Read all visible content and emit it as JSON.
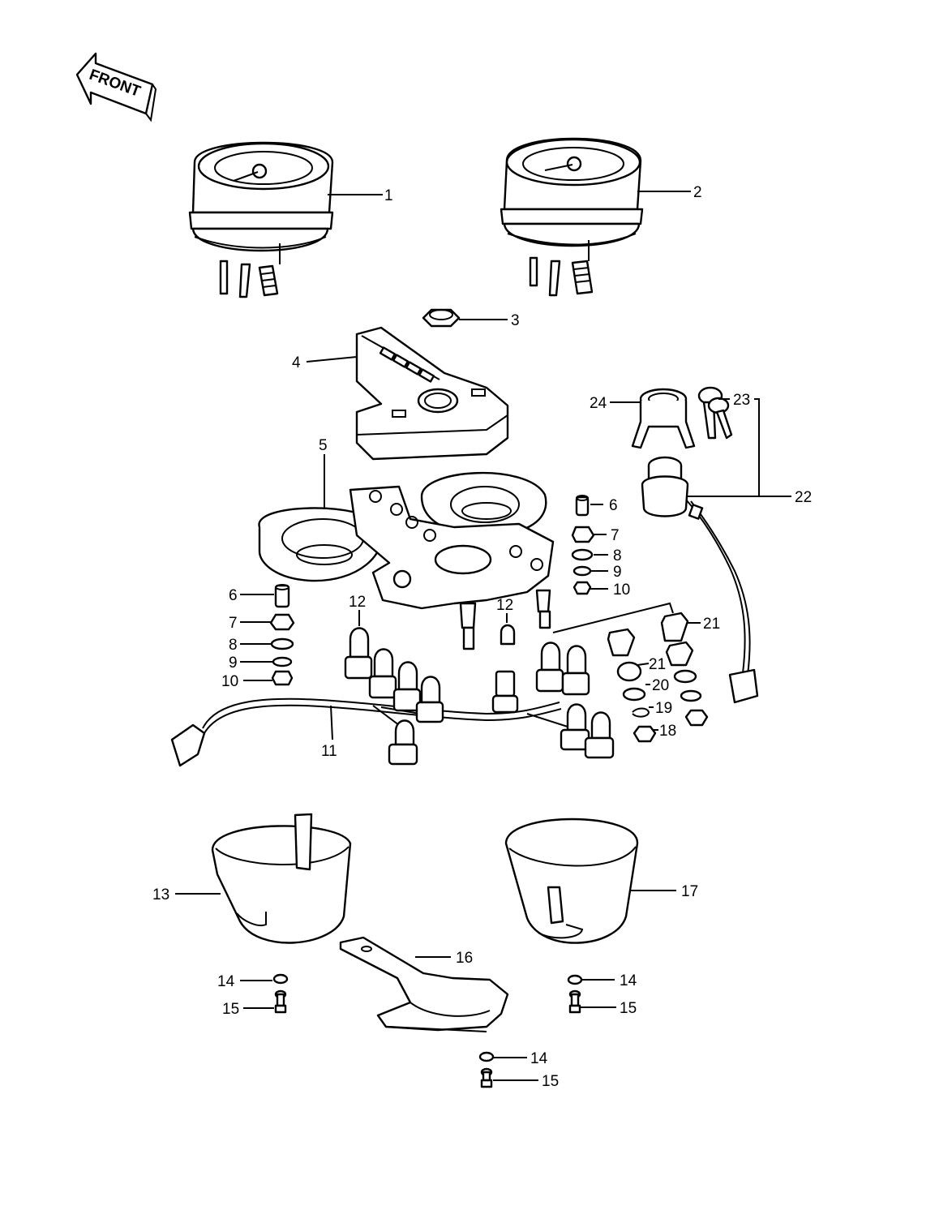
{
  "front_arrow": {
    "label": "FRONT"
  },
  "callouts": [
    {
      "id": "c1",
      "label": "1"
    },
    {
      "id": "c2",
      "label": "2"
    },
    {
      "id": "c3",
      "label": "3"
    },
    {
      "id": "c4",
      "label": "4"
    },
    {
      "id": "c5",
      "label": "5"
    },
    {
      "id": "c6r",
      "label": "6"
    },
    {
      "id": "c7r",
      "label": "7"
    },
    {
      "id": "c8r",
      "label": "8"
    },
    {
      "id": "c9r",
      "label": "9"
    },
    {
      "id": "c10r",
      "label": "10"
    },
    {
      "id": "c6l",
      "label": "6"
    },
    {
      "id": "c7l",
      "label": "7"
    },
    {
      "id": "c8l",
      "label": "8"
    },
    {
      "id": "c9l",
      "label": "9"
    },
    {
      "id": "c10l",
      "label": "10"
    },
    {
      "id": "c11",
      "label": "11"
    },
    {
      "id": "c12a",
      "label": "12"
    },
    {
      "id": "c12b",
      "label": "12"
    },
    {
      "id": "c13",
      "label": "13"
    },
    {
      "id": "c14a",
      "label": "14"
    },
    {
      "id": "c15a",
      "label": "15"
    },
    {
      "id": "c14b",
      "label": "14"
    },
    {
      "id": "c15b",
      "label": "15"
    },
    {
      "id": "c14c",
      "label": "14"
    },
    {
      "id": "c15c",
      "label": "15"
    },
    {
      "id": "c16",
      "label": "16"
    },
    {
      "id": "c17",
      "label": "17"
    },
    {
      "id": "c18",
      "label": "18"
    },
    {
      "id": "c19",
      "label": "19"
    },
    {
      "id": "c20",
      "label": "20"
    },
    {
      "id": "c21a",
      "label": "21"
    },
    {
      "id": "c21b",
      "label": "21"
    },
    {
      "id": "c22",
      "label": "22"
    },
    {
      "id": "c23",
      "label": "23"
    },
    {
      "id": "c24",
      "label": "24"
    }
  ]
}
